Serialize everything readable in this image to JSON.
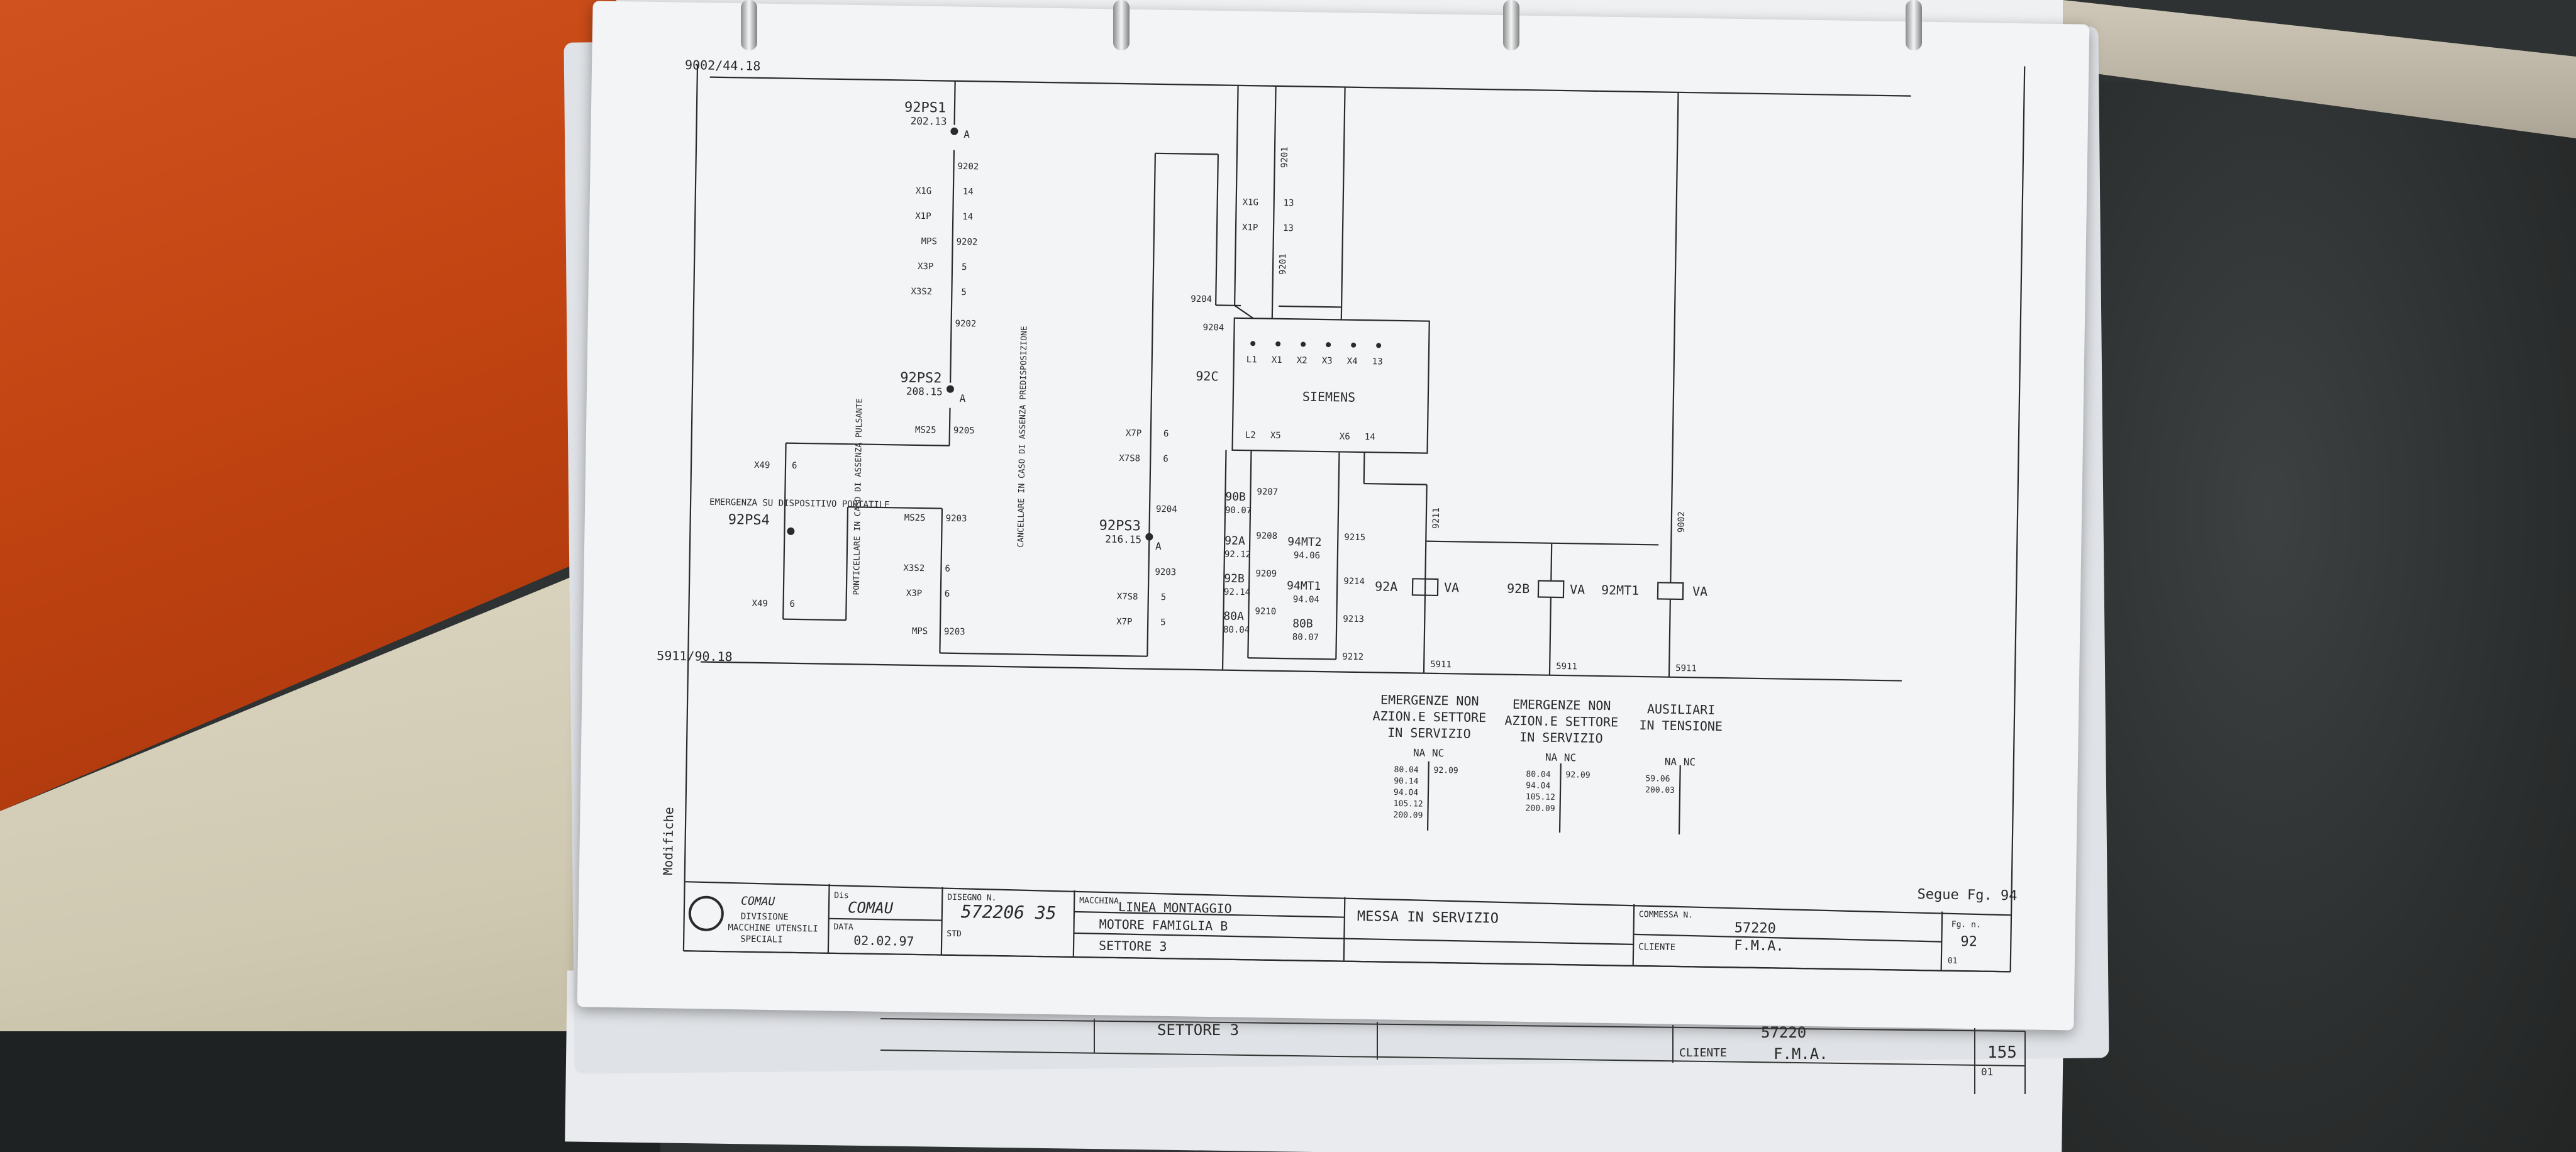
{
  "scene": {
    "object": "binder page with electrical schematic",
    "colors": {
      "folder": "#c24412",
      "table": "#d4cfbb",
      "desk": "#2f3232",
      "paper": "#f3f4f6",
      "ink": "#2a2a2a",
      "ring_metal": "#d9d9d9"
    }
  },
  "schematic": {
    "top_bus": "9002/44.18",
    "bottom_bus": "5911/90.18",
    "modifiche": "Modifiche",
    "left_chain": {
      "pushbutton1": "92PS1",
      "pushbutton1_ref": "202.13",
      "pushbutton2": "92PS2",
      "pushbutton2_ref": "208.15",
      "pushbutton3": "92PS3",
      "pushbutton3_ref": "216.15",
      "pushbutton4": "92PS4",
      "terminal_A": "A",
      "labels": [
        "9202",
        "X1G",
        "14",
        "X1P",
        "14",
        "MPS",
        "9202",
        "X3P",
        "5",
        "X3S2",
        "5",
        "9202",
        "MS25",
        "9205",
        "X49",
        "6",
        "X49",
        "6",
        "MS25",
        "9203",
        "X3S2",
        "6",
        "X3P",
        "6",
        "MPS",
        "9203",
        "9204",
        "X7P",
        "6",
        "X7S8",
        "6",
        "9204",
        "9203",
        "X7S8",
        "5",
        "X7P",
        "5",
        "9204"
      ]
    },
    "notes": {
      "emergency": "EMERGENZA SU DISPOSITIVO PORTATILE",
      "ponticellare": "PONTICELLARE IN CASO DI ASSENZA PULSANTE",
      "cancellare": "CANCELLARE IN CASO DI ASSENZA PREDISPOSIZIONE"
    },
    "relay_module": {
      "name": "92C",
      "brand": "SIEMENS",
      "top_pins": [
        "L1",
        "X1",
        "X2",
        "X3",
        "X4",
        "13"
      ],
      "bottom_pins": [
        "L2",
        "X5",
        "X6",
        "14"
      ],
      "wires": [
        "9201",
        "X1G",
        "13",
        "X1P",
        "13",
        "9201"
      ]
    },
    "contacts": [
      {
        "name": "90B",
        "ref": "90.07",
        "wire": "9207"
      },
      {
        "name": "92A",
        "ref": "92.12",
        "wire": "9208"
      },
      {
        "name": "92B",
        "ref": "92.14",
        "wire": "9209"
      },
      {
        "name": "80A",
        "ref": "80.04",
        "wire": "9210"
      },
      {
        "name": "94MT2",
        "ref": "94.06",
        "wire": "9215"
      },
      {
        "name": "94MT1",
        "ref": "94.04",
        "wire": "9214"
      },
      {
        "name": "80B",
        "ref": "80.07",
        "wire": "9213"
      },
      {
        "name": "",
        "ref": "",
        "wire": "9212"
      }
    ],
    "coils": [
      {
        "name": "92A",
        "va": "VA",
        "wire_top": "9211",
        "wire_bottom": "5911"
      },
      {
        "name": "92B",
        "va": "VA",
        "wire_top": "",
        "wire_bottom": "5911"
      },
      {
        "name": "92MT1",
        "va": "VA",
        "wire_top": "9002",
        "wire_bottom": "5911"
      }
    ],
    "captions": [
      {
        "line1": "EMERGENZE NON",
        "line2": "AZION.E SETTORE",
        "line3": "IN SERVIZIO",
        "na": "NA",
        "nc": "NC",
        "na_refs": [
          "80.04",
          "90.14",
          "94.04",
          "105.12",
          "200.09"
        ],
        "nc_refs": [
          "92.09"
        ]
      },
      {
        "line1": "EMERGENZE NON",
        "line2": "AZION.E SETTORE",
        "line3": "IN SERVIZIO",
        "na": "NA",
        "nc": "NC",
        "na_refs": [
          "80.04",
          "94.04",
          "105.12",
          "200.09"
        ],
        "nc_refs": [
          "92.09"
        ]
      },
      {
        "line1": "AUSILIARI",
        "line2": "IN TENSIONE",
        "line3": "",
        "na": "NA",
        "nc": "NC",
        "na_refs": [
          "59.06",
          "200.03"
        ],
        "nc_refs": []
      }
    ],
    "segue": "Segue Fg. 94"
  },
  "title_block": {
    "company": "COMAU",
    "division": [
      "DIVISIONE",
      "MACCHINE UTENSILI",
      "SPECIALI"
    ],
    "dis_label": "Dis",
    "dis_value": "COMAU",
    "data_label": "DATA",
    "data_value": "02.02.97",
    "disegno_label": "DISEGNO N.",
    "disegno_value": "572206 35",
    "std_label": "STD",
    "macchina_label": "MACCHINA",
    "macchina_lines": [
      "LINEA MONTAGGIO",
      "MOTORE FAMIGLIA B",
      "SETTORE 3"
    ],
    "description": "MESSA IN SERVIZIO",
    "commessa_label": "COMMESSA N.",
    "commessa_value": "57220",
    "cliente_label": "CLIENTE",
    "cliente_value": "F.M.A.",
    "fg_label": "Fg. n.",
    "fg_value": "92",
    "rev": "01"
  },
  "lower_page": {
    "settore": "SETTORE 3",
    "commessa": "57220",
    "cliente_label": "CLIENTE",
    "cliente_value": "F.M.A.",
    "fg_value": "155",
    "rev": "01"
  }
}
